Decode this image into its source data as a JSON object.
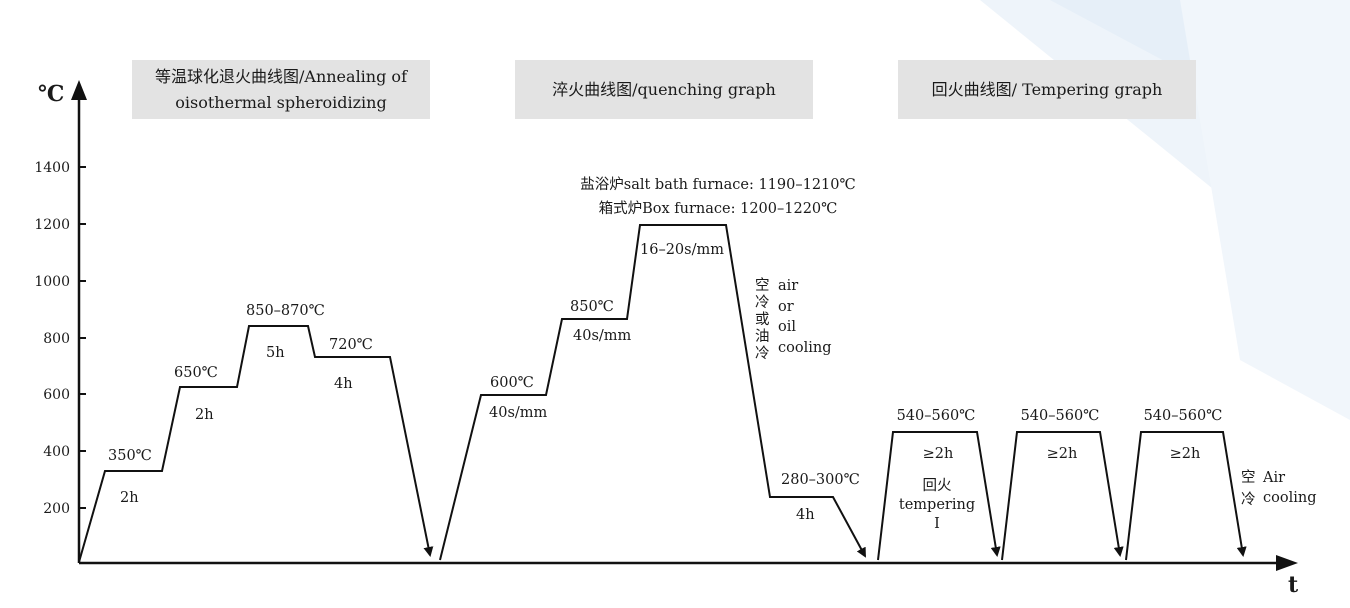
{
  "axes": {
    "y_title": "℃",
    "x_title": "t",
    "y_ticks": [
      "200",
      "400",
      "600",
      "800",
      "1000",
      "1200",
      "1400"
    ]
  },
  "headers": {
    "annealing": [
      "等温球化退火曲线图/Annealing of",
      "oisothermal spheroidizing"
    ],
    "quenching": "淬火曲线图/quenching graph",
    "tempering": "回火曲线图/ Tempering graph"
  },
  "annealing": {
    "s1_temp": "350℃",
    "s1_time": "2h",
    "s2_temp": "650℃",
    "s2_time": "2h",
    "s3_temp": "850–870℃",
    "s3_time": "5h",
    "s4_temp": "720℃",
    "s4_time": "4h"
  },
  "quenching": {
    "s1_temp": "600℃",
    "s1_time": "40s/mm",
    "s2_temp": "850℃",
    "s2_time": "40s/mm",
    "s3_time": "16–20s/mm",
    "furnace1": "盐浴炉salt bath furnace: 1190–1210℃",
    "furnace2": "箱式炉Box furnace: 1200–1220℃",
    "cooling_cn": [
      "空",
      "冷",
      "或",
      "油",
      "冷"
    ],
    "cooling_en": [
      "air",
      "or",
      "oil",
      "cooling"
    ],
    "s4_temp": "280–300℃",
    "s4_time": "4h"
  },
  "tempering": {
    "cycle_temp": "540–560℃",
    "cycle_time": "≥2h",
    "label": [
      "回火",
      "tempering",
      "I"
    ],
    "final_cn": [
      "空",
      "冷"
    ],
    "final_en": [
      "Air",
      "cooling"
    ]
  },
  "colors": {
    "line": "#111111",
    "header_bg": "#e3e3e3",
    "bg_accent": "#eef4fa"
  }
}
